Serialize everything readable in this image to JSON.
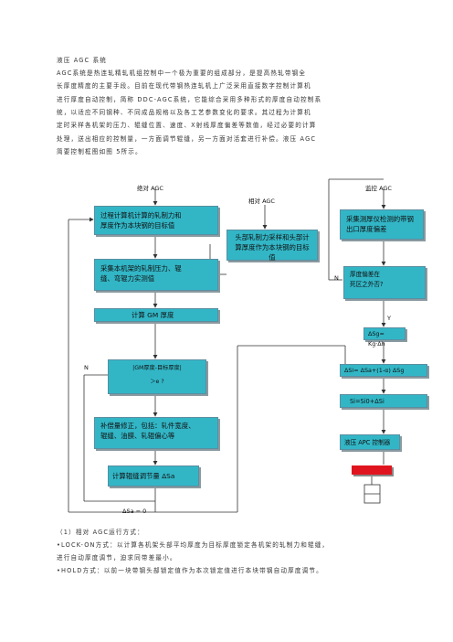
{
  "doc": {
    "title": "液压 AGC 系统",
    "para1": [
      "AGC系统是热连轧精轧机组控制中一个极为重要的组成部分，是提高热轧带钢全",
      "长厚度精度的主要手段。目前在现代带钢热连轧机上广泛采用直接数字控制计算机",
      "进行厚度自动控制，简称 DDC-AGC系统，它能综合采用多种形式的厚度自动控制系",
      "统，以适应不同钢种、不同成品规格以及各工艺参数变化的要求。其过程为计算机",
      "定时采样各机架的压力、辊缝位置、速度、X射线厚度偏差等数值，经过必要的计算",
      "处理，送出相应的控制量，一方面调节辊缝，另一方面对活套进行补偿。液压 AGC",
      "简要控制框图如图 5所示。"
    ],
    "section_heading": "（1）相对 AGC运行方式：",
    "bullets": [
      "•LOCK-ON方式：以计算各机架头部平均厚度为目标厚度锁定各机架的轧制力和辊缝，",
      "进行自动厚度调节，迫求同带差最小。",
      "•HOLD方式：以前一块带钢头部锁定值作为本次锁定值进行本块带钢自动厚度调节。"
    ]
  },
  "flow": {
    "abs_title": "绝对 AGC",
    "rel_title": "相对 AGC",
    "mon_title": "监控 AGC",
    "box_a": [
      "过程计算机计算的轧制力和",
      "厚度作为本块钢的目标值"
    ],
    "box_rel": [
      "头部轧制力采样和头部计",
      "算厚度作为本块钢的目标",
      "值"
    ],
    "box_b": [
      "采集本机架的轧制压力、辊",
      "缝、弯辊力实测值"
    ],
    "box_c": "计算 GM 厚度",
    "box_d": "|GM厚度-目标厚度|",
    "box_d2": "＞e ?",
    "box_e": [
      "补偿量修正，包括：轧件宽度、",
      "辊缝、油膜、轧辊偏心等"
    ],
    "box_f": "计算辊缝调节量 ΔSa",
    "zero_label": "ΔSa = 0",
    "n_label1": "N",
    "n_label2": "N",
    "y_label": "Y",
    "box_m1": [
      "采集测厚仪检测的带钢",
      "出口厚度偏差"
    ],
    "box_m2": [
      "厚度偏差在",
      "死区之外否?"
    ],
    "box_m3": "ΔSg= Kg·Δh",
    "box_m4": "ΔSi= ΔSa+(1-α) ΔSg",
    "box_m5": "Si=Si0+ΔSi",
    "box_m6": "液压 APC 控制器",
    "accent_red": "#e0141e",
    "box_color": "#32b6c6"
  }
}
